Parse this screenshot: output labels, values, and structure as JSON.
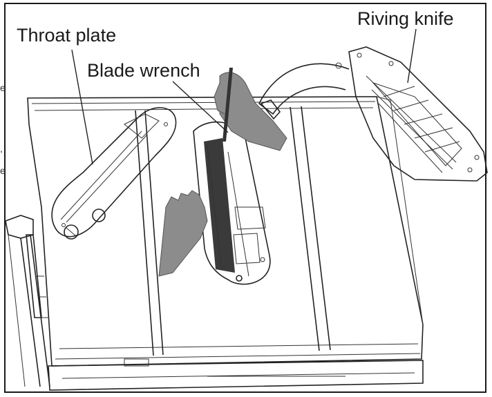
{
  "figure": {
    "labels": {
      "throat_plate": "Throat plate",
      "blade_wrench": "Blade wrench",
      "riving_knife": "Riving knife"
    }
  }
}
